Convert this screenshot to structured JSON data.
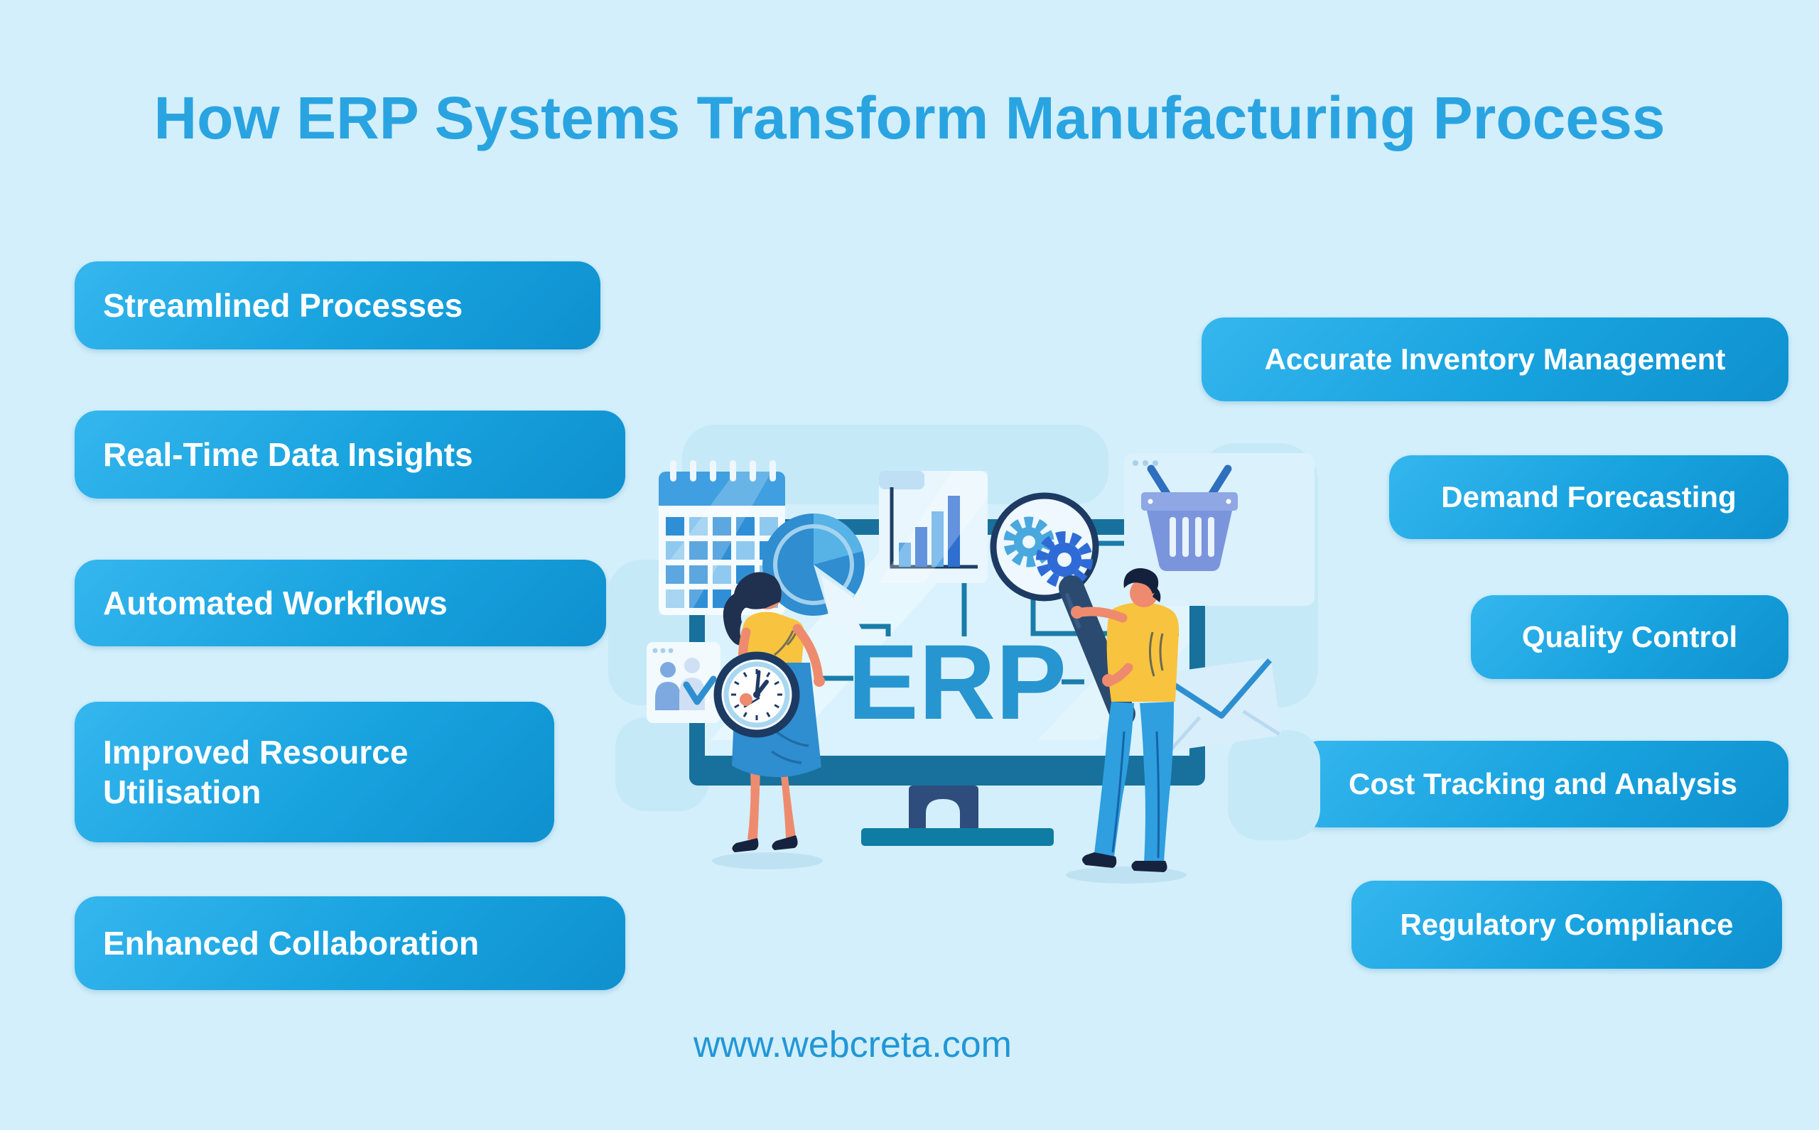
{
  "title": "How ERP Systems Transform Manufacturing Process",
  "left_benefits": [
    "Streamlined Processes",
    "Real-Time Data Insights",
    "Automated Workflows",
    "Improved Resource Utilisation",
    "Enhanced Collaboration"
  ],
  "right_benefits": [
    "Accurate Inventory Management",
    "Demand Forecasting",
    "Quality Control",
    "Cost Tracking and Analysis",
    "Regulatory Compliance"
  ],
  "illustration": {
    "erp_label": "ERP",
    "icons": [
      "monitor-icon",
      "calendar-icon",
      "pie-chart-icon",
      "bar-chart-icon",
      "gear-magnifier-icon",
      "shopping-basket-icon",
      "video-call-icon",
      "envelope-icon",
      "clock-icon",
      "circuit-nodes",
      "woman-figure",
      "man-figure"
    ]
  },
  "footer": {
    "website": "www.webcreta.com"
  },
  "colors": {
    "background": "#d3effb",
    "pill_gradient_top": "#35b6ee",
    "pill_gradient_bottom": "#0f90cf",
    "pill_text": "#ffffff",
    "title_text": "#2aa4e1",
    "website_text": "#2197d6",
    "erp_text": "#2795cf",
    "monitor_frame": "#17719c",
    "illustration_navy": "#1d3a63",
    "accent_yellow": "#f8c33e",
    "skin": "#ee8b6e",
    "jeans_blue": "#2f9fdf",
    "skirt_blue": "#2e8ecf",
    "basket_blue": "#7b95dd",
    "gear_light": "#49a8de",
    "gear_dark": "#2e6bd6",
    "circuit_teal": "#1a7ca8"
  }
}
